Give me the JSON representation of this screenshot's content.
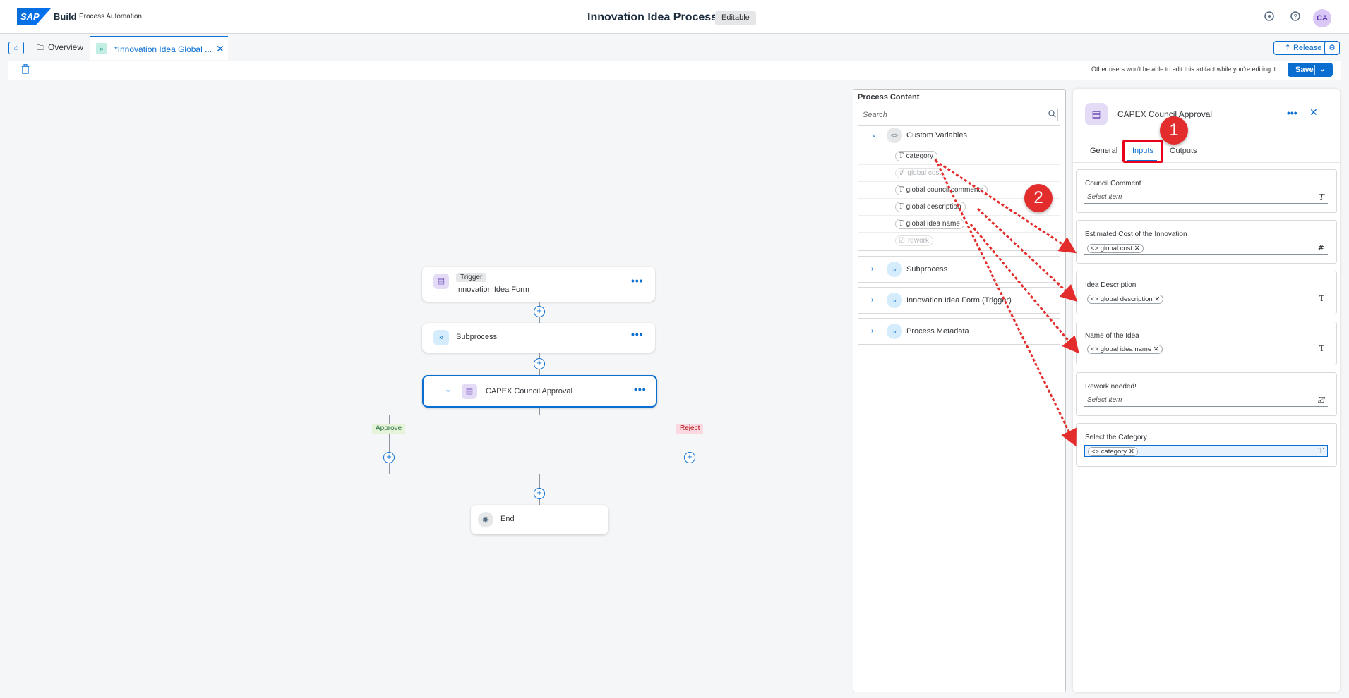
{
  "shell": {
    "logo_text": "SAP",
    "product": "Build",
    "subproduct": "Process Automation",
    "title": "Innovation Idea Process",
    "status_badge": "Editable",
    "avatar_initials": "CA"
  },
  "tabs": {
    "overview": "Overview",
    "active": "*Innovation Idea Global ..."
  },
  "actions": {
    "release": "Release",
    "save": "Save",
    "lock_note": "Other users won't be able to edit this artifact while you're editing it."
  },
  "canvas": {
    "trigger": {
      "tag": "Trigger",
      "label": "Innovation Idea Form"
    },
    "subprocess": {
      "label": "Subprocess"
    },
    "approval": {
      "label": "CAPEX Council Approval"
    },
    "approve": "Approve",
    "reject": "Reject",
    "end": "End"
  },
  "process_content": {
    "title": "Process Content",
    "search_placeholder": "Search",
    "custom_variables_label": "Custom Variables",
    "variables": [
      {
        "name": "category",
        "type": "T",
        "dim": false
      },
      {
        "name": "global cost",
        "type": "#",
        "dim": true
      },
      {
        "name": "global council comments",
        "type": "T",
        "dim": false
      },
      {
        "name": "global description",
        "type": "T",
        "dim": false
      },
      {
        "name": "global idea name",
        "type": "T",
        "dim": false
      },
      {
        "name": "rework",
        "type": "☑",
        "dim": true
      }
    ],
    "groups": [
      "Subprocess",
      "Innovation Idea Form (Trigger)",
      "Process Metadata"
    ]
  },
  "properties": {
    "title": "CAPEX Council Approval",
    "tabs": [
      "General",
      "Inputs",
      "Outputs"
    ],
    "fields": [
      {
        "label": "Council Comment",
        "placeholder": "Select item",
        "chip": "",
        "end_icon": "T"
      },
      {
        "label": "Estimated Cost of the Innovation",
        "placeholder": "",
        "chip": "global cost",
        "end_icon": "#"
      },
      {
        "label": "Idea Description",
        "placeholder": "",
        "chip": "global description",
        "end_icon": "T"
      },
      {
        "label": "Name of the Idea",
        "placeholder": "",
        "chip": "global idea name",
        "end_icon": "T"
      },
      {
        "label": "Rework needed!",
        "placeholder": "Select item",
        "chip": "",
        "end_icon": "☑"
      },
      {
        "label": "Select the Category",
        "placeholder": "",
        "chip": "category",
        "end_icon": "T"
      }
    ]
  },
  "annotations": {
    "step1": "1",
    "step2": "2"
  },
  "colors": {
    "accent": "#0a6ed1",
    "annotation": "#e32d2d",
    "approve_bg": "#e5f3d8",
    "reject_bg": "#fcd9e2"
  }
}
